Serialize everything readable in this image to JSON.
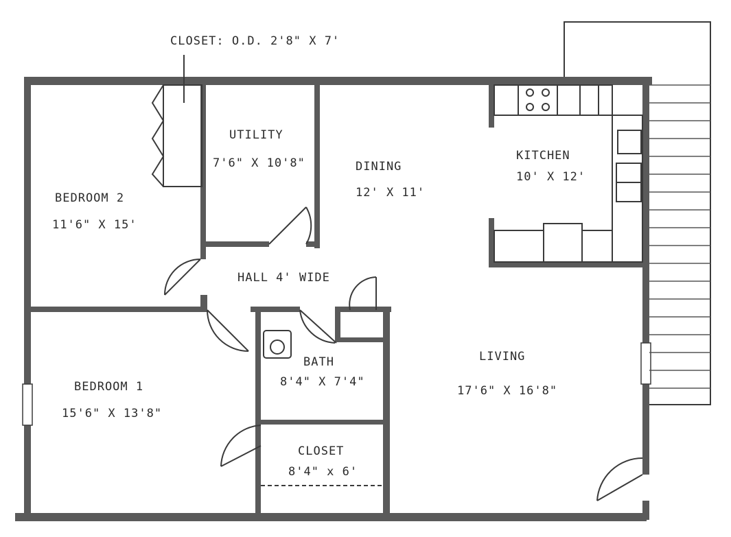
{
  "plan": {
    "closet_note": "CLOSET: O.D. 2'8\" X 7'",
    "rooms": {
      "utility": {
        "name": "UTILITY",
        "size": "7'6\" X 10'8\""
      },
      "dining": {
        "name": "DINING",
        "size": "12' X 11'"
      },
      "kitchen": {
        "name": "KITCHEN",
        "size": "10' X 12'"
      },
      "bedroom2": {
        "name": "BEDROOM 2",
        "size": "11'6\" X 15'"
      },
      "hall": {
        "name": "HALL 4' WIDE"
      },
      "bath": {
        "name": "BATH",
        "size": "8'4\" X 7'4\""
      },
      "living": {
        "name": "LIVING",
        "size": "17'6\" X 16'8\""
      },
      "bedroom1": {
        "name": "BEDROOM 1",
        "size": "15'6\" X 13'8\""
      },
      "closet": {
        "name": "CLOSET",
        "size": "8'4\" x 6'"
      }
    }
  }
}
